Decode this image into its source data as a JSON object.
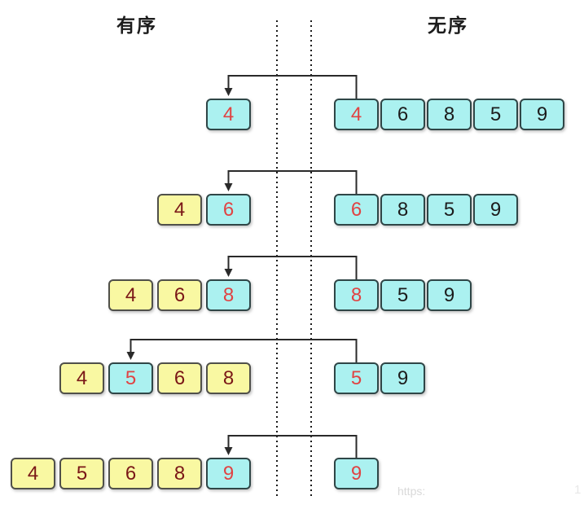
{
  "labels": {
    "left": "有序",
    "right": "无序"
  },
  "watermark": {
    "text": "https:",
    "fragment": "1"
  },
  "colors": {
    "cyan_fill": "#abf1f0",
    "cyan_border": "#2f4647",
    "yellow_fill": "#f9f8a2",
    "yellow_border": "#50504a",
    "red_text": "#e04343",
    "maroon_text": "#7a1717",
    "black_text": "#1c1c1c",
    "arrow": "#2a2a2a",
    "divider": "#1a1a1a",
    "watermark_color": "#d9d9d9"
  },
  "rows": [
    {
      "left": [
        {
          "value": "4",
          "fill": "cyan",
          "text": "red"
        }
      ],
      "right": [
        {
          "value": "4",
          "text": "red"
        },
        {
          "value": "6",
          "text": "black"
        },
        {
          "value": "8",
          "text": "black"
        },
        {
          "value": "5",
          "text": "black"
        },
        {
          "value": "9",
          "text": "black"
        }
      ]
    },
    {
      "left": [
        {
          "value": "4",
          "fill": "yellow",
          "text": "maroon"
        },
        {
          "value": "6",
          "fill": "cyan",
          "text": "red"
        }
      ],
      "right": [
        {
          "value": "6",
          "text": "red"
        },
        {
          "value": "8",
          "text": "black"
        },
        {
          "value": "5",
          "text": "black"
        },
        {
          "value": "9",
          "text": "black"
        }
      ]
    },
    {
      "left": [
        {
          "value": "4",
          "fill": "yellow",
          "text": "maroon"
        },
        {
          "value": "6",
          "fill": "yellow",
          "text": "maroon"
        },
        {
          "value": "8",
          "fill": "cyan",
          "text": "red"
        }
      ],
      "right": [
        {
          "value": "8",
          "text": "red"
        },
        {
          "value": "5",
          "text": "black"
        },
        {
          "value": "9",
          "text": "black"
        }
      ]
    },
    {
      "left": [
        {
          "value": "4",
          "fill": "yellow",
          "text": "maroon"
        },
        {
          "value": "5",
          "fill": "cyan",
          "text": "red"
        },
        {
          "value": "6",
          "fill": "yellow",
          "text": "maroon"
        },
        {
          "value": "8",
          "fill": "yellow",
          "text": "maroon"
        }
      ],
      "right": [
        {
          "value": "5",
          "text": "red"
        },
        {
          "value": "9",
          "text": "black"
        }
      ]
    },
    {
      "left": [
        {
          "value": "4",
          "fill": "yellow",
          "text": "maroon"
        },
        {
          "value": "5",
          "fill": "yellow",
          "text": "maroon"
        },
        {
          "value": "6",
          "fill": "yellow",
          "text": "maroon"
        },
        {
          "value": "8",
          "fill": "yellow",
          "text": "maroon"
        },
        {
          "value": "9",
          "fill": "cyan",
          "text": "red"
        }
      ],
      "right": [
        {
          "value": "9",
          "text": "red"
        }
      ]
    }
  ]
}
